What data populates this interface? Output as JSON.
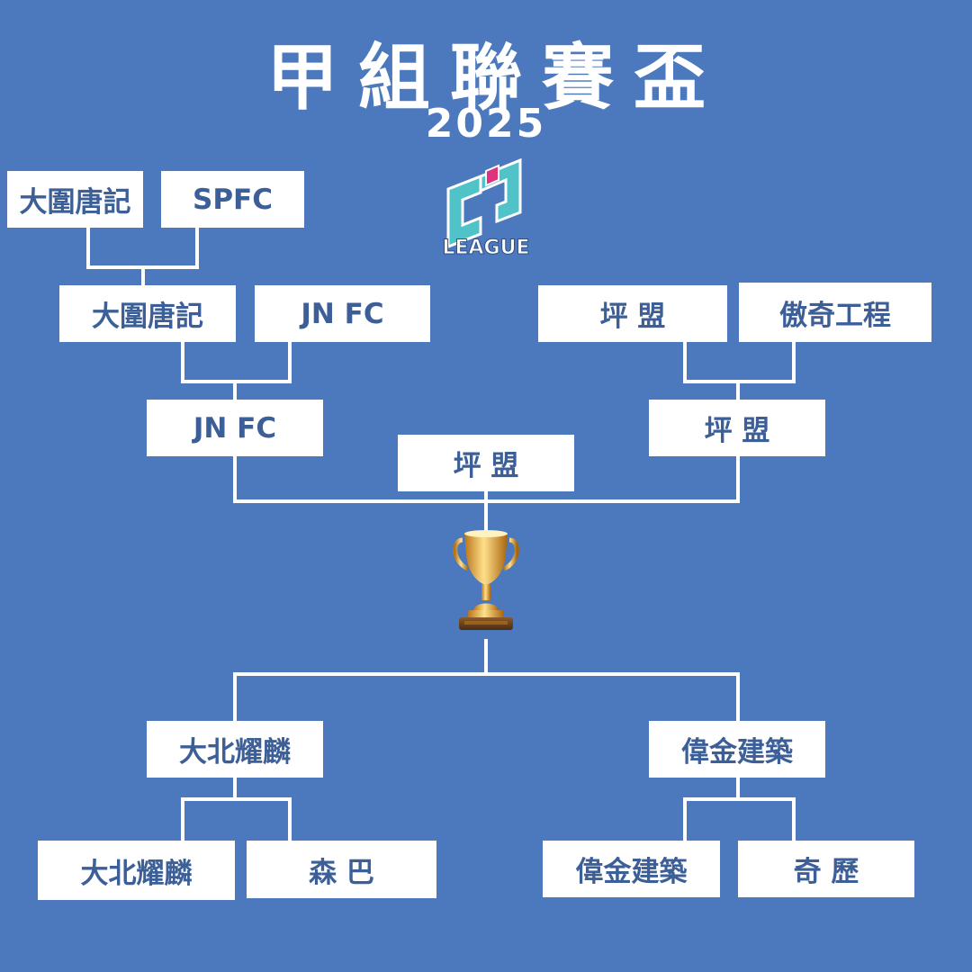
{
  "title": "甲組聯賽盃",
  "year": "2025",
  "logo": {
    "text": "LEAGUE",
    "icon": "cj-league-logo-icon"
  },
  "trophy": {
    "icon": "trophy-icon"
  },
  "bracket": {
    "top_left": {
      "r1a": "大圍唐記",
      "r1b": "SPFC",
      "r2a": "大圍唐記",
      "r2b": "JN FC",
      "winner": "JN FC"
    },
    "top_right": {
      "r2a": "坪 盟",
      "r2b": "傲奇工程",
      "winner": "坪 盟"
    },
    "final_winner": "坪 盟",
    "bottom_left": {
      "winner": "大北耀麟",
      "r1a": "大北耀麟",
      "r1b": "森 巴"
    },
    "bottom_right": {
      "winner": "偉金建築",
      "r1a": "偉金建築",
      "r1b": "奇 歷"
    }
  },
  "colors": {
    "background": "#4c79bd",
    "box": "#ffffff",
    "box_text": "#3d5f98",
    "logo_teal": "#4fc3c8",
    "logo_pink": "#e0327e"
  }
}
